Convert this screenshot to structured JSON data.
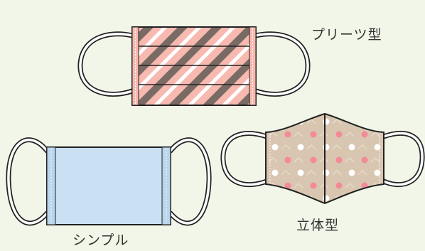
{
  "labels": {
    "pleats": "プリーツ型",
    "simple": "シンプル",
    "three_d": "立体型"
  },
  "colors": {
    "background": "#f1f6e8",
    "outline": "#222222",
    "pleats_base": "#f7b9b0",
    "pleats_stripe_dark": "#7a6a64",
    "pleats_stripe_light": "#ffffff",
    "simple_fill": "#c9e1f3",
    "three_d_fill": "#d9c6b0",
    "dot_pink": "#f48a98",
    "dot_white": "#ffffff"
  },
  "icons": [
    "pleated-mask-illustration",
    "simple-mask-illustration",
    "3d-mask-illustration"
  ]
}
